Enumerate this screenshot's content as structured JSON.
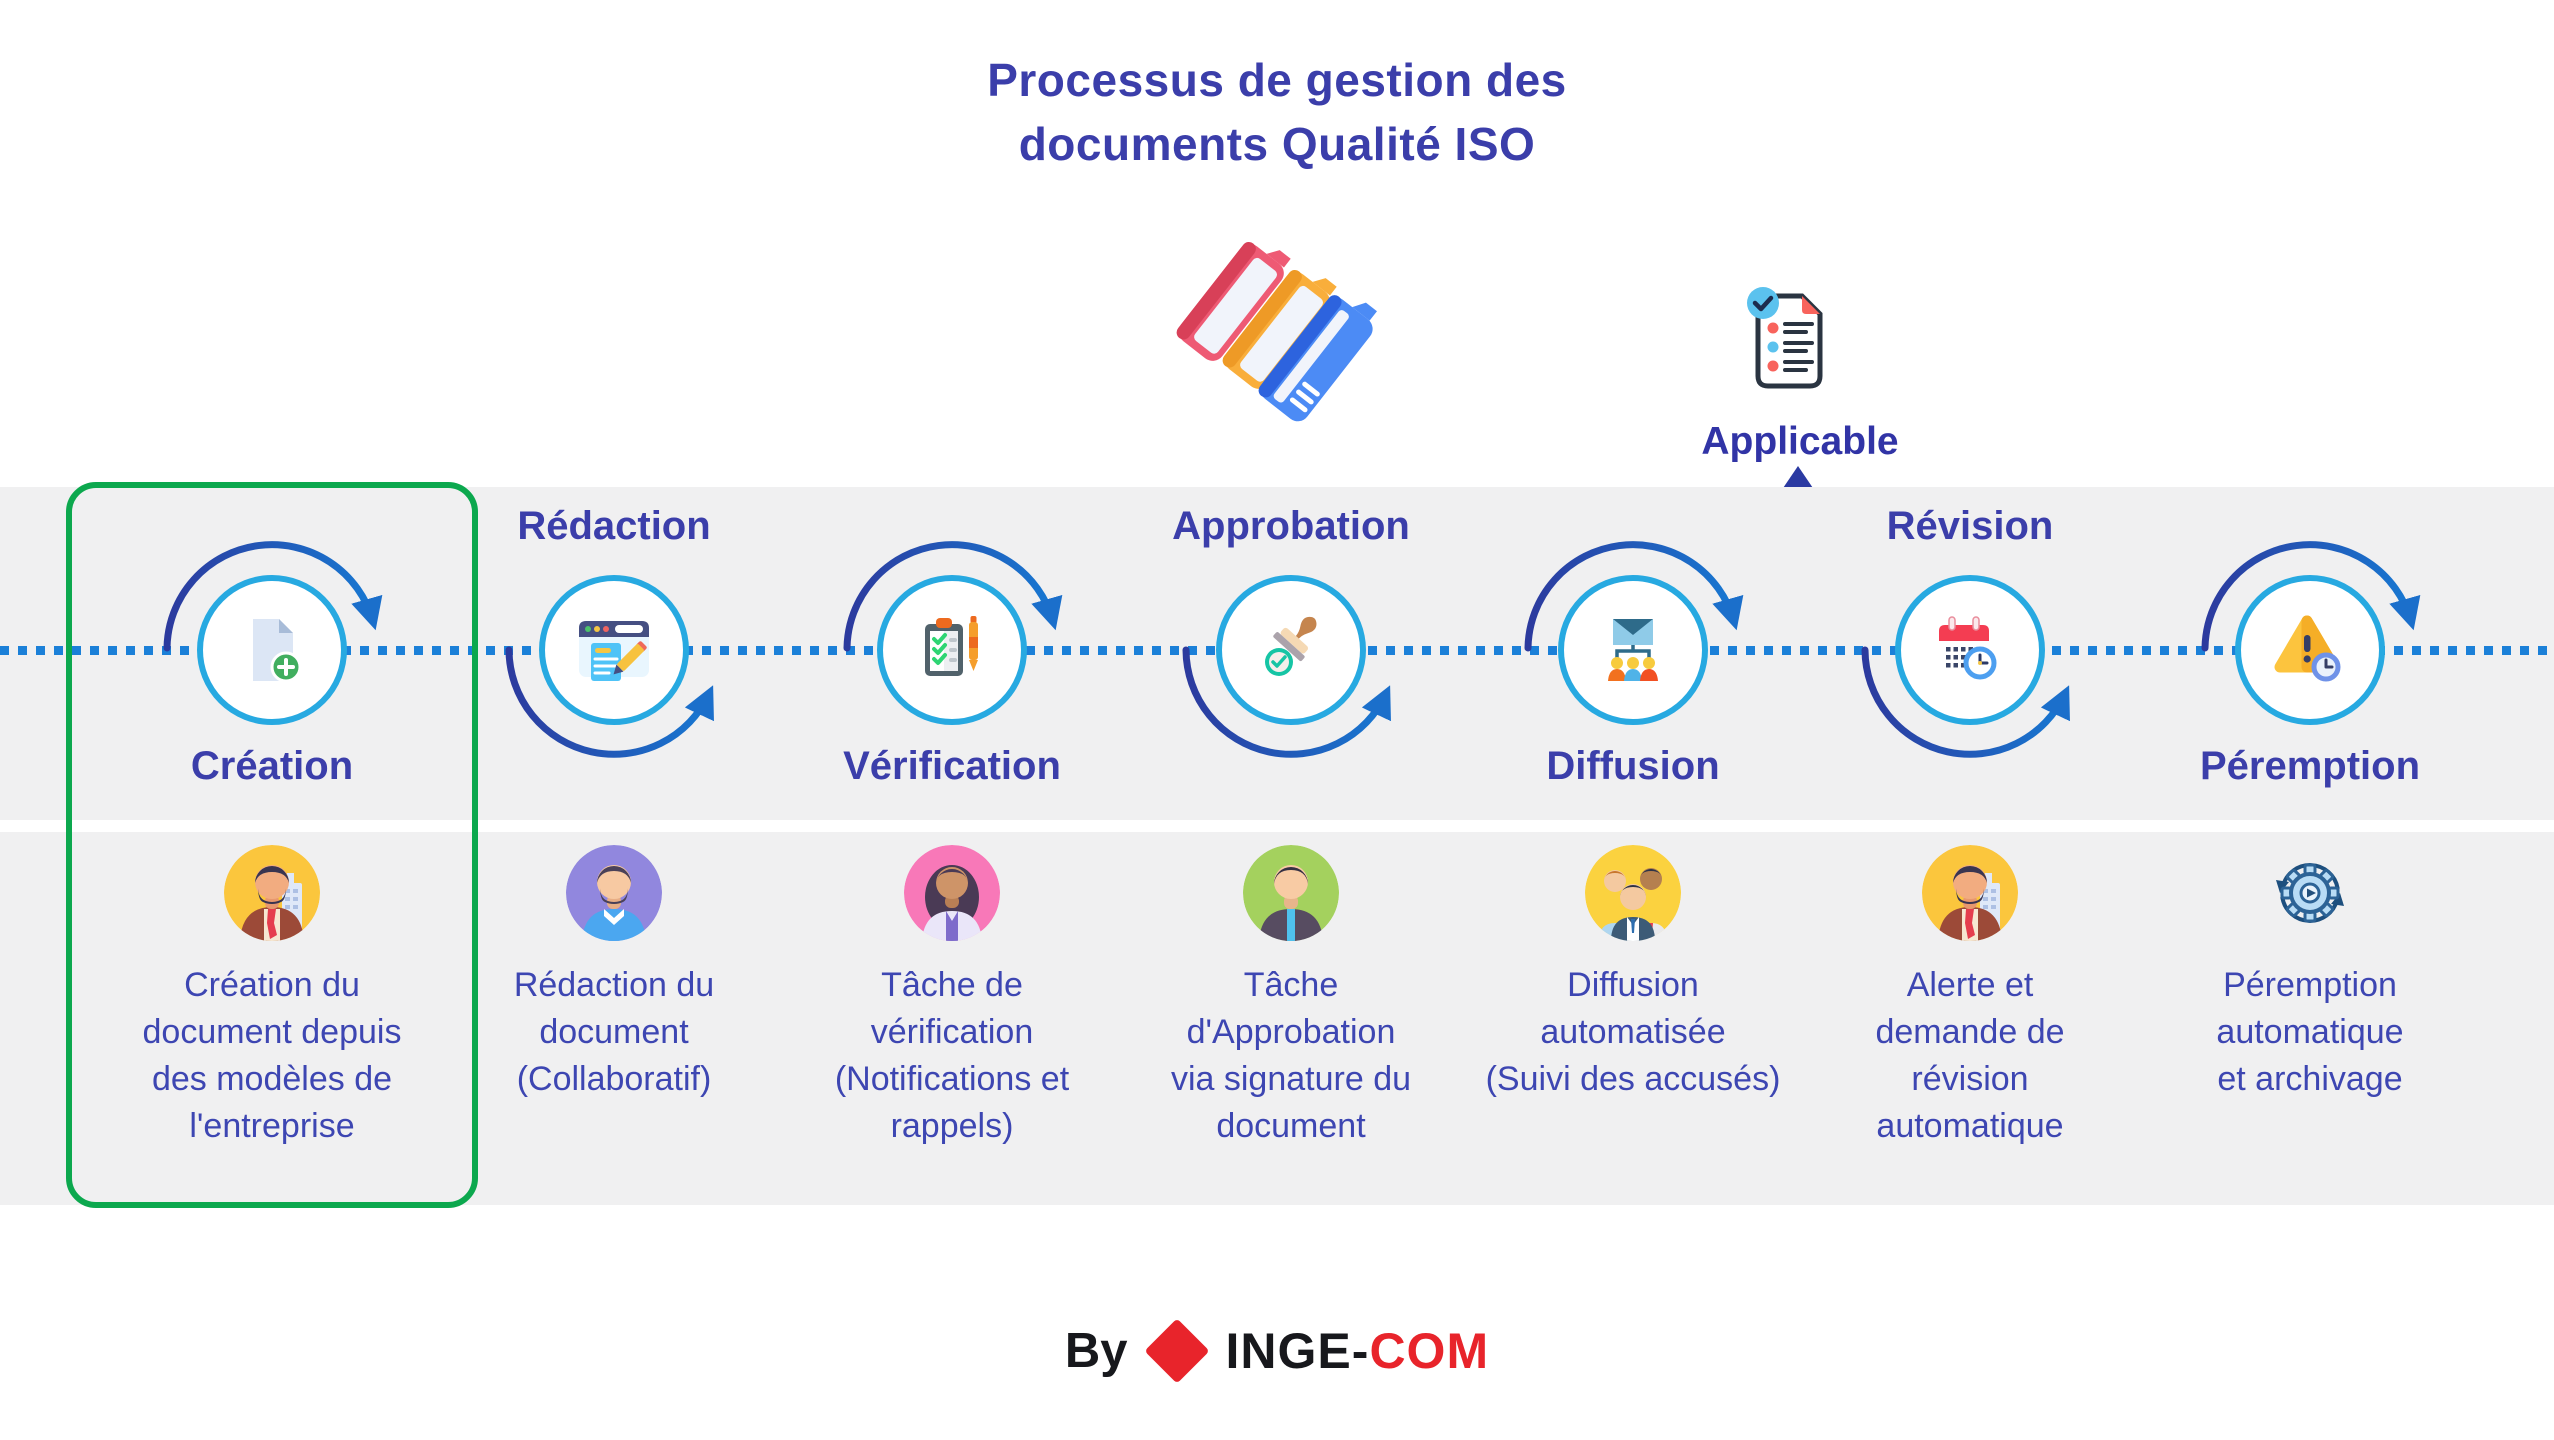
{
  "title": "Processus de gestion des\ndocuments Qualité ISO",
  "header_icon": "folders-stack-icon",
  "applicable": {
    "label": "Applicable",
    "icon": "checklist-document-icon"
  },
  "steps": [
    {
      "label": "Création",
      "description": "Création du\ndocument depuis\ndes modèles de\nl'entreprise",
      "icon": "document-plus-icon",
      "avatar": "businessman-yellow-avatar",
      "highlighted": true
    },
    {
      "label": "Rédaction",
      "description": "Rédaction du\ndocument\n(Collaboratif)",
      "icon": "browser-edit-icon",
      "avatar": "man-purple-avatar",
      "highlighted": false
    },
    {
      "label": "Vérification",
      "description": "Tâche de\nvérification\n(Notifications et\nrappels)",
      "icon": "clipboard-check-icon",
      "avatar": "woman-pink-avatar",
      "highlighted": false
    },
    {
      "label": "Approbation",
      "description": "Tâche\nd'Approbation\nvia signature du\ndocument",
      "icon": "stamp-approved-icon",
      "avatar": "man-green-avatar",
      "highlighted": false
    },
    {
      "label": "Diffusion",
      "description": "Diffusion\nautomatisée\n(Suivi des accusés)",
      "icon": "mail-distribution-icon",
      "avatar": "team-yellow-avatar",
      "highlighted": false
    },
    {
      "label": "Révision",
      "description": "Alerte et\ndemande de\nrévision\nautomatique",
      "icon": "calendar-clock-icon",
      "avatar": "businessman-yellow-avatar",
      "highlighted": false
    },
    {
      "label": "Péremption",
      "description": "Péremption\nautomatique\net archivage",
      "icon": "warning-clock-icon",
      "avatar": "automation-gear-icon",
      "highlighted": false
    }
  ],
  "footer": {
    "prefix": "By",
    "diamond_icon": "red-diamond-icon",
    "brand_dark": "INGE-",
    "brand_red": "COM"
  },
  "colors": {
    "title_indigo": "#3B3EAA",
    "description_indigo": "#3D46B2",
    "applicable_indigo": "#3134A6",
    "dotted_blue": "#1B80D8",
    "ring_cyan": "#27A9E1",
    "arc_gradient_start": "#2C3A9E",
    "arc_gradient_end": "#1778D2",
    "highlight_green": "#0CA84E",
    "band_gray": "#F0F0F1",
    "brand_red": "#E8242B",
    "brand_black": "#17181C"
  }
}
